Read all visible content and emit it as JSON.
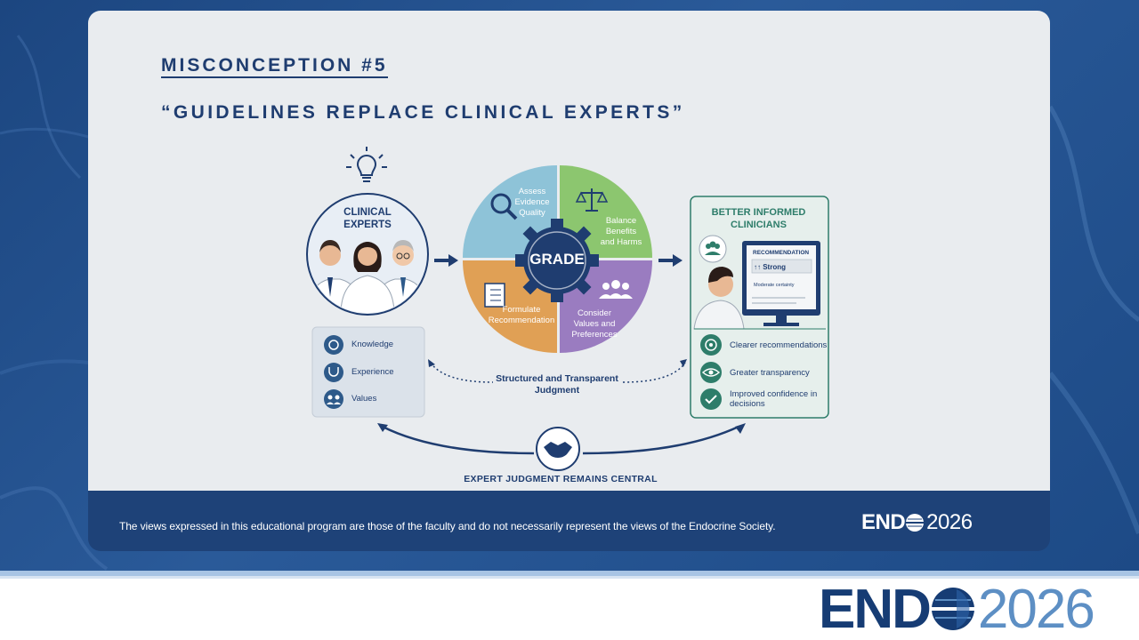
{
  "slide": {
    "title": "MISCONCEPTION #5",
    "subtitle": "“GUIDELINES REPLACE CLINICAL EXPERTS”"
  },
  "experts": {
    "title": "CLINICAL EXPERTS",
    "attributes": [
      "Knowledge",
      "Experience",
      "Values"
    ]
  },
  "grade": {
    "center": "GRADE",
    "steps": {
      "assess": "Assess Evidence Quality",
      "balance": "Balance Benefits and Harms",
      "formulate": "Formulate Recommendation",
      "consider": "Consider Values and Preferences"
    }
  },
  "clinicians": {
    "title": "BETTER INFORMED CLINICIANS",
    "screen": {
      "header": "RECOMMENDATION",
      "strength": "↑↑ Strong",
      "certainty": "Moderate certainty"
    },
    "benefits": [
      "Clearer recommendations",
      "Greater transparency",
      "Improved confidence in decisions"
    ]
  },
  "connector_label": "Structured and Transparent Judgment",
  "bottom_label": "EXPERT JUDGMENT REMAINS CENTRAL",
  "footer": {
    "disclaimer": "The views expressed in this educational program are those of the faculty and do not necessarily represent the views of the Endocrine Society.",
    "logo_bold": "END",
    "logo_year": "2026"
  },
  "brand": {
    "logo_bold": "END",
    "logo_year": "2026"
  },
  "colors": {
    "navy": "#1f3d70",
    "assess": "#8ec3d8",
    "balance": "#8cc66f",
    "formulate": "#e0a055",
    "consider": "#9a7cc0",
    "teal": "#2e7d6a"
  }
}
